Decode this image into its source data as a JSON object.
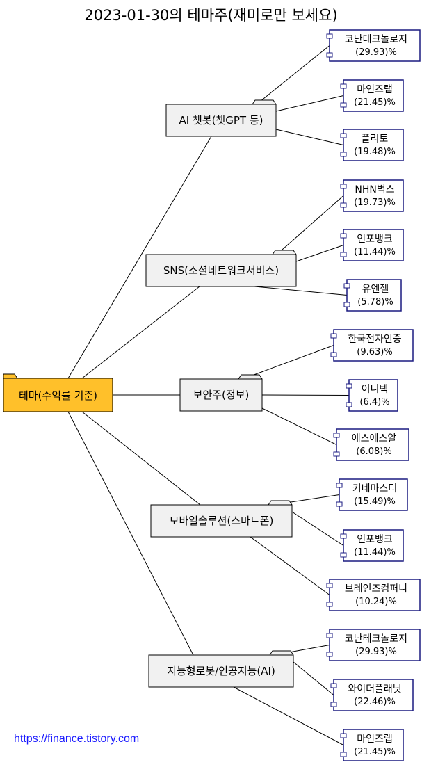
{
  "title": "2023-01-30의 테마주(재미로만 보세요)",
  "footer": "https://finance.tistory.com",
  "colors": {
    "root_fill": "#FFC02A",
    "category_fill": "#F1F1F1",
    "leaf_border": "#1A1A80",
    "line": "#000000"
  },
  "root": {
    "label": "테마(수익률 기준)"
  },
  "categories": [
    {
      "label": "AI 챗봇(챗GPT 등)",
      "stocks": [
        {
          "name": "코난테크놀로지",
          "return": "(29.93)%"
        },
        {
          "name": "마인즈랩",
          "return": "(21.45)%"
        },
        {
          "name": "플리토",
          "return": "(19.48)%"
        }
      ]
    },
    {
      "label": "SNS(소셜네트워크서비스)",
      "stocks": [
        {
          "name": "NHN벅스",
          "return": "(19.73)%"
        },
        {
          "name": "인포뱅크",
          "return": "(11.44)%"
        },
        {
          "name": "유엔젤",
          "return": "(5.78)%"
        }
      ]
    },
    {
      "label": "보안주(정보)",
      "stocks": [
        {
          "name": "한국전자인증",
          "return": "(9.63)%"
        },
        {
          "name": "이니텍",
          "return": "(6.4)%"
        },
        {
          "name": "에스에스알",
          "return": "(6.08)%"
        }
      ]
    },
    {
      "label": "모바일솔루션(스마트폰)",
      "stocks": [
        {
          "name": "키네마스터",
          "return": "(15.49)%"
        },
        {
          "name": "인포뱅크",
          "return": "(11.44)%"
        },
        {
          "name": "브레인즈컴퍼니",
          "return": "(10.24)%"
        }
      ]
    },
    {
      "label": "지능형로봇/인공지능(AI)",
      "stocks": [
        {
          "name": "코난테크놀로지",
          "return": "(29.93)%"
        },
        {
          "name": "와이더플래닛",
          "return": "(22.46)%"
        },
        {
          "name": "마인즈랩",
          "return": "(21.45)%"
        }
      ]
    }
  ]
}
